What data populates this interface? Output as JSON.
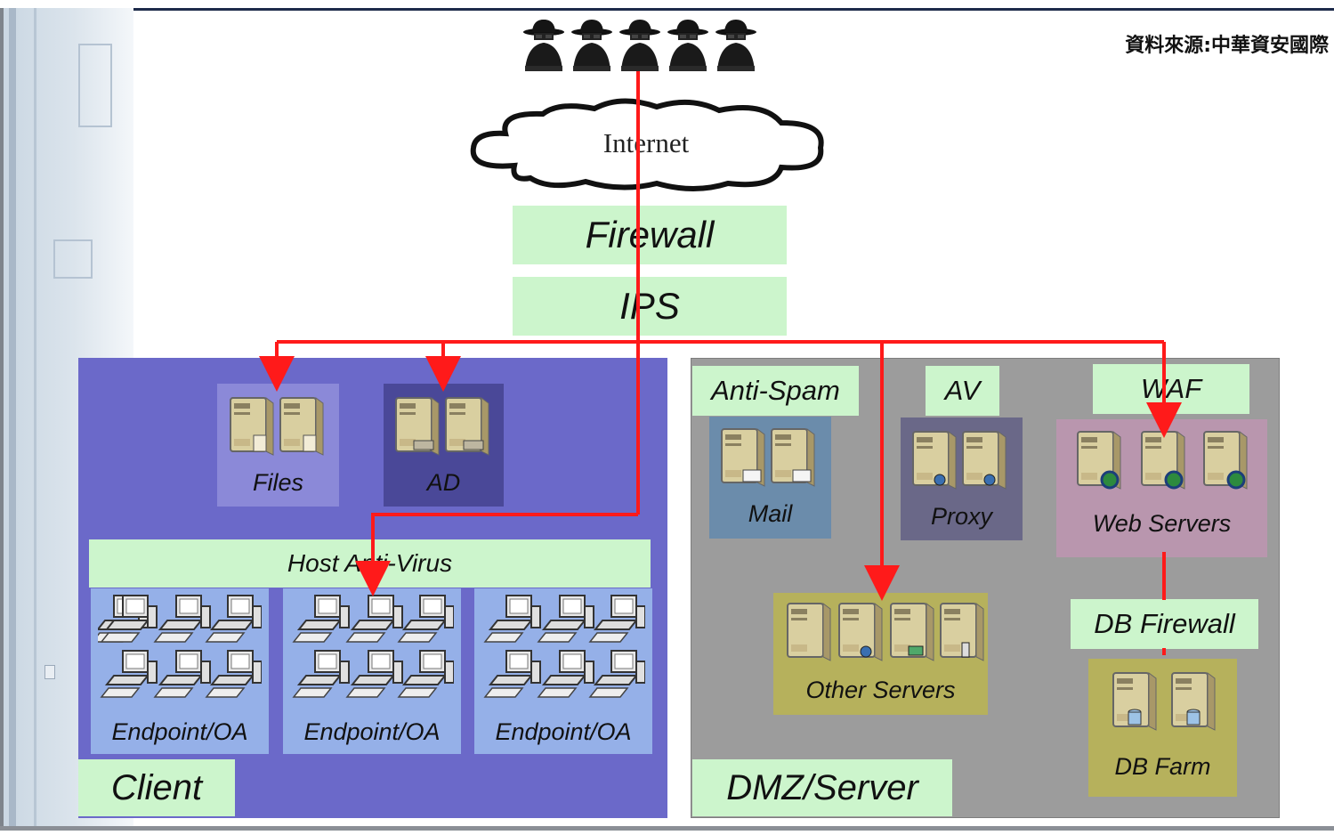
{
  "source_note": "資料來源:中華資安國際",
  "internet": "Internet",
  "firewall": "Firewall",
  "ips": "IPS",
  "client": {
    "zone_label": "Client",
    "files": "Files",
    "ad": "AD",
    "host_av": "Host Anti-Virus",
    "endpoints": [
      "Endpoint/OA",
      "Endpoint/OA",
      "Endpoint/OA"
    ]
  },
  "dmz": {
    "zone_label": "DMZ/Server",
    "anti_spam": "Anti-Spam",
    "mail": "Mail",
    "av": "AV",
    "proxy": "Proxy",
    "waf": "WAF",
    "web_servers": "Web Servers",
    "other_servers": "Other Servers",
    "db_firewall": "DB Firewall",
    "db_farm": "DB Farm"
  },
  "colors": {
    "arrow": "#ff1a1a",
    "label_bg": "#ccf5cc",
    "client_zone": "#6b69c9",
    "dmz_zone": "#9c9c9c"
  },
  "icons": {
    "attackers": "hacker-icon",
    "server": "server-icon",
    "workstation": "workstation-icon"
  }
}
